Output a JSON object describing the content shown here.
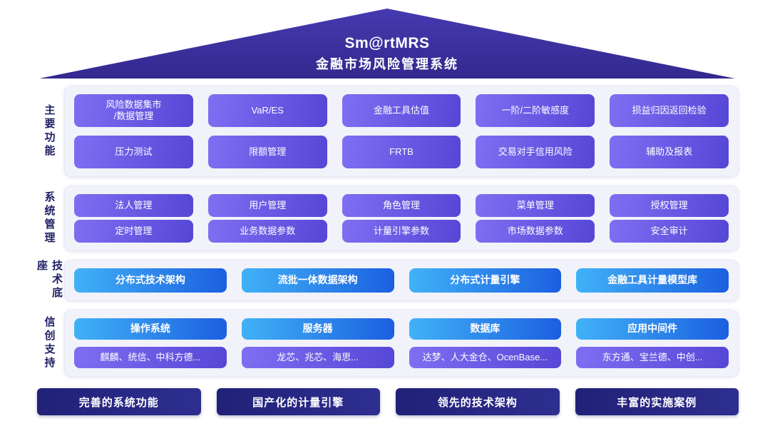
{
  "header": {
    "title": "Sm@rtMRS",
    "subtitle": "金融市场风险管理系统"
  },
  "sections": {
    "main_functions": {
      "label": "主要功能",
      "row1": [
        "风险数据集市\n/数据管理",
        "VaR/ES",
        "金融工具估值",
        "一阶/二阶敏感度",
        "损益归因返回检验"
      ],
      "row2": [
        "压力测试",
        "限额管理",
        "FRTB",
        "交易对手信用风险",
        "辅助及报表"
      ]
    },
    "system_management": {
      "label": "系统管理",
      "row1": [
        "法人管理",
        "用户管理",
        "角色管理",
        "菜单管理",
        "授权管理"
      ],
      "row2": [
        "定时管理",
        "业务数据参数",
        "计量引擎参数",
        "市场数据参数",
        "安全审计"
      ]
    },
    "tech_base": {
      "label": "技术底座",
      "row1": [
        "分布式技术架构",
        "流批一体数据架构",
        "分布式计量引擎",
        "金融工具计量模型库"
      ]
    },
    "xinchuang": {
      "label": "信创支持",
      "categories": [
        "操作系统",
        "服务器",
        "数据库",
        "应用中间件"
      ],
      "vendors": [
        "麒麟、统信、中科方德...",
        "龙芯、兆芯、海思...",
        "达梦、人大金仓、OcenBase...",
        "东方通、宝兰德、中创..."
      ]
    }
  },
  "footer": {
    "items": [
      "完善的系统功能",
      "国产化的计量引擎",
      "领先的技术架构",
      "丰富的实施案例"
    ]
  },
  "colors": {
    "roof_top": "#453ab0",
    "roof_bottom": "#33298e",
    "pill_purple_light": "#7e6ff2",
    "pill_purple_dark": "#5646d6",
    "pill_blue_light": "#41b2f7",
    "pill_blue_dark": "#1b5fe0",
    "panel_bg": "#f2f2fb",
    "footer_navy_1": "#212178",
    "footer_navy_2": "#2e2e90",
    "label_color": "#1f2064"
  }
}
